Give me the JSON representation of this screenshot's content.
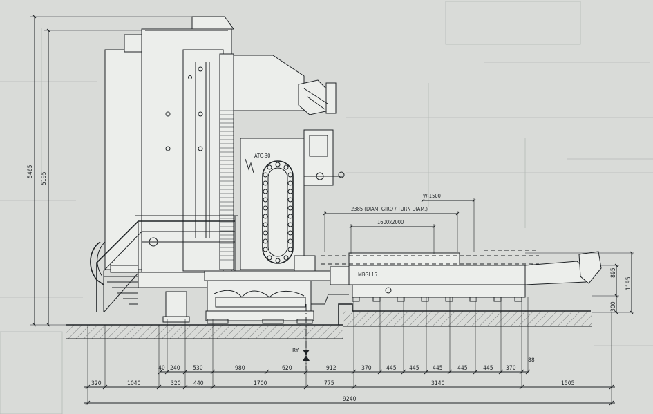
{
  "labels": {
    "atc": "ATC-30",
    "table_model": "MBGL15",
    "travel_w": "W-1500",
    "turn_diam": "2385 (DIAM. GIRO / TURN DIAM.)",
    "table_size": "1600x2000",
    "ry": "RY"
  },
  "vertical_dims": {
    "total_height": "5465",
    "column_height": "5195",
    "table_height": "895",
    "table_top_height": "1195",
    "table_base": "300"
  },
  "bottom_dims": {
    "row1": [
      "40",
      "240",
      "530",
      "980",
      "620",
      "912",
      "370",
      "445",
      "445",
      "445",
      "445",
      "445",
      "370",
      "88"
    ],
    "row2": [
      "320",
      "1040",
      "320",
      "440",
      "1700",
      "775",
      "3140",
      "1505"
    ],
    "total": "9240"
  },
  "colors": {
    "paper": "#d9dbd8",
    "ink": "#1f2326"
  }
}
